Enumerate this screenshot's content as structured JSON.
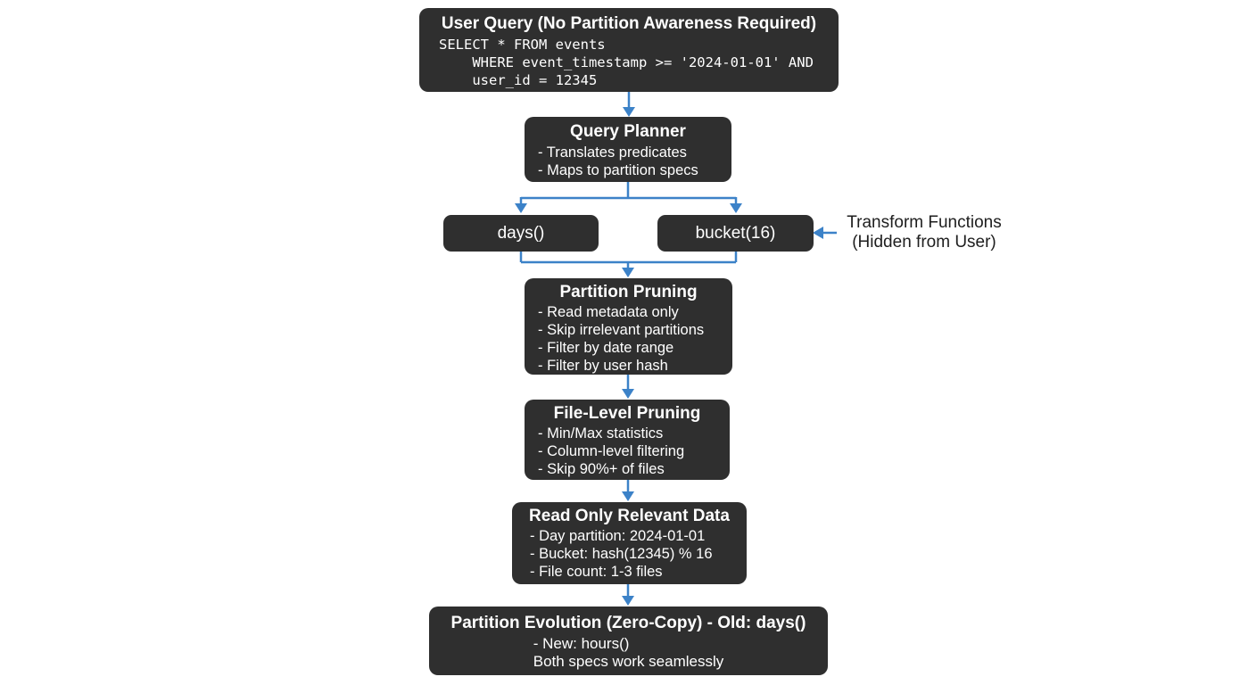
{
  "colors": {
    "background": "#ffffff",
    "box_bg": "#2f2f2f",
    "box_text": "#ffffff",
    "arrow": "#3c82c8",
    "annotation_text": "#1e1e1e"
  },
  "nodes": {
    "user_query": {
      "title": "User Query (No Partition Awareness Required)",
      "code_lines": [
        "SELECT * FROM events",
        "    WHERE event_timestamp >= '2024-01-01' AND",
        "    user_id = 12345"
      ]
    },
    "query_planner": {
      "title": "Query Planner",
      "bullets": [
        "- Translates predicates",
        "- Maps to partition specs"
      ]
    },
    "days_transform": {
      "label": "days()"
    },
    "bucket_transform": {
      "label": "bucket(16)"
    },
    "partition_pruning": {
      "title": "Partition Pruning",
      "bullets": [
        "- Read metadata only",
        "- Skip irrelevant partitions",
        "- Filter by date range",
        "- Filter by user hash"
      ]
    },
    "file_level_pruning": {
      "title": "File-Level Pruning",
      "bullets": [
        "- Min/Max statistics",
        "- Column-level filtering",
        "- Skip 90%+ of files"
      ]
    },
    "read_only_relevant_data": {
      "title": "Read Only Relevant Data",
      "bullets": [
        "- Day partition: 2024-01-01",
        "- Bucket: hash(12345) % 16",
        "- File count: 1-3 files"
      ]
    },
    "partition_evolution": {
      "title": "Partition Evolution (Zero-Copy) - Old: days()",
      "lines": [
        "- New: hours()",
        "Both specs work seamlessly"
      ]
    }
  },
  "annotation": {
    "lines": [
      "Transform Functions",
      "(Hidden from User)"
    ]
  }
}
